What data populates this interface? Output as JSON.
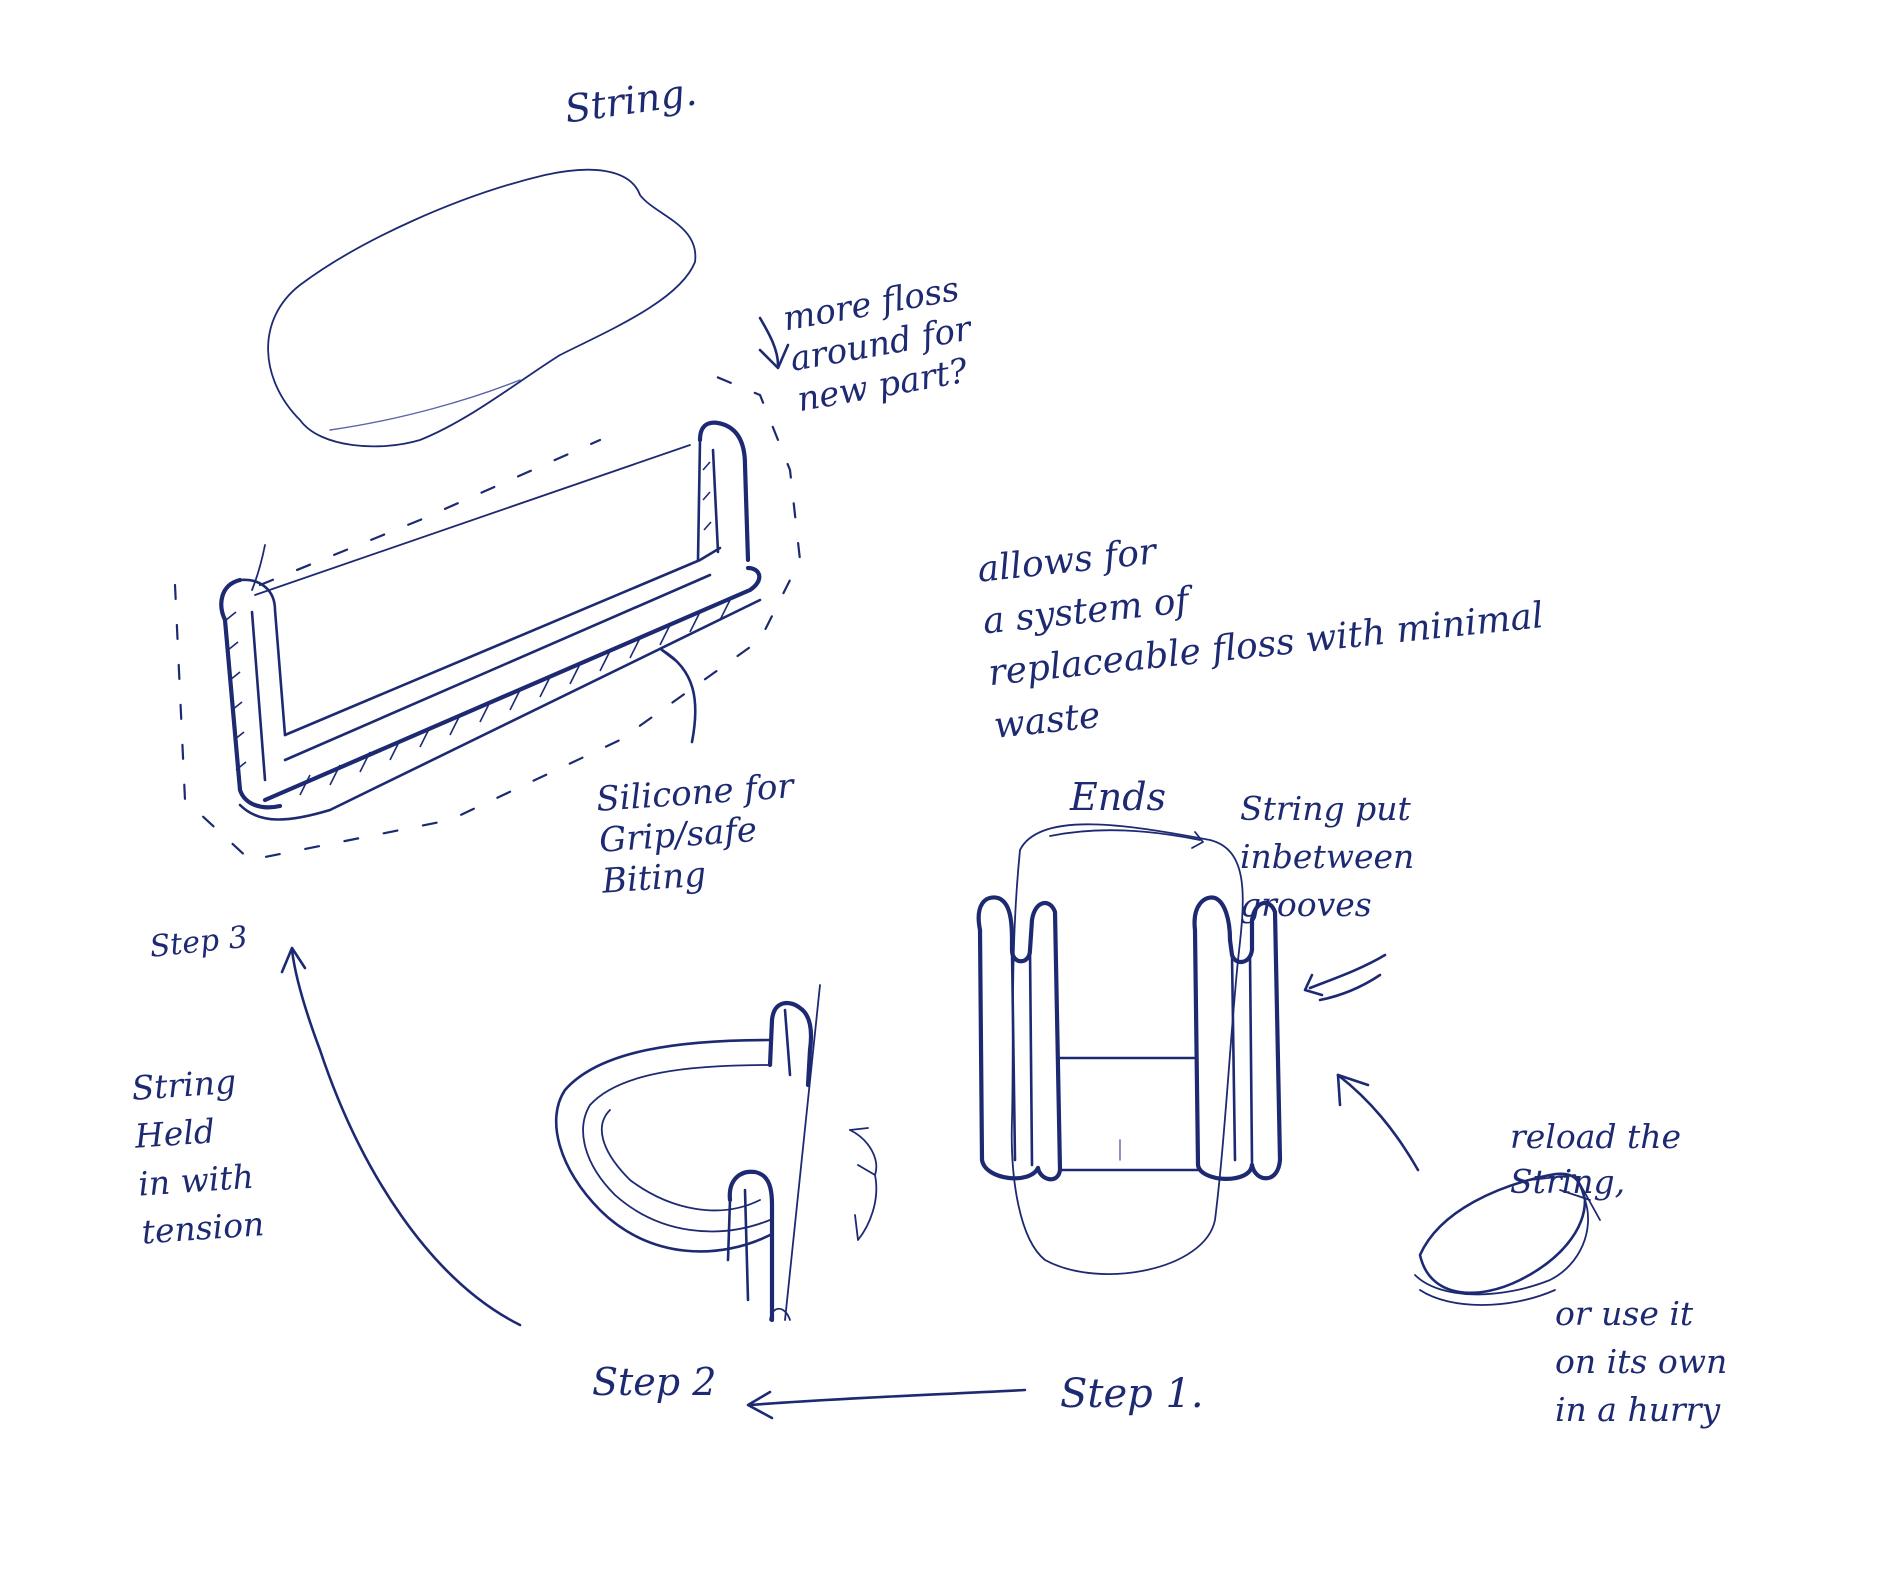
{
  "labels": {
    "string_top": "String.",
    "more_floss": "more floss\naround for\nnew part?",
    "allows": "allows for\na system of\nreplaceable floss with minimal\nwaste",
    "silicone": "Silicone for\nGrip/safe\nBiting",
    "ends": "Ends",
    "string_put": "String put\ninbetween\ngrooves",
    "step3": "Step 3",
    "string_held": "String\nHeld\nin with\ntension",
    "reload": "reload the\nString,",
    "or_use": "or use it\non its own\nin a hurry",
    "step2": "Step 2",
    "step1": "Step 1."
  },
  "colors": {
    "ink": "#1d2a72",
    "paper": "#ffffff"
  }
}
